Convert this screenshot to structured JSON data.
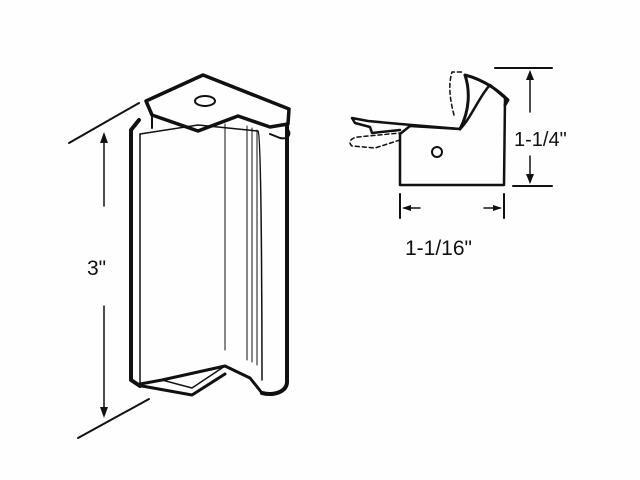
{
  "diagram": {
    "subject": "sliding door pull handle",
    "views": [
      {
        "name": "perspective-view",
        "dimension_label": "3\""
      },
      {
        "name": "side-profile-view",
        "height_label": "1-1/4\"",
        "width_label": "1-1/16\""
      }
    ]
  },
  "labels": {
    "height_main": "3\"",
    "height_profile": "1-1/4\"",
    "width_profile": "1-1/16\""
  },
  "colors": {
    "line": "#111111",
    "background": "#fefefe"
  }
}
